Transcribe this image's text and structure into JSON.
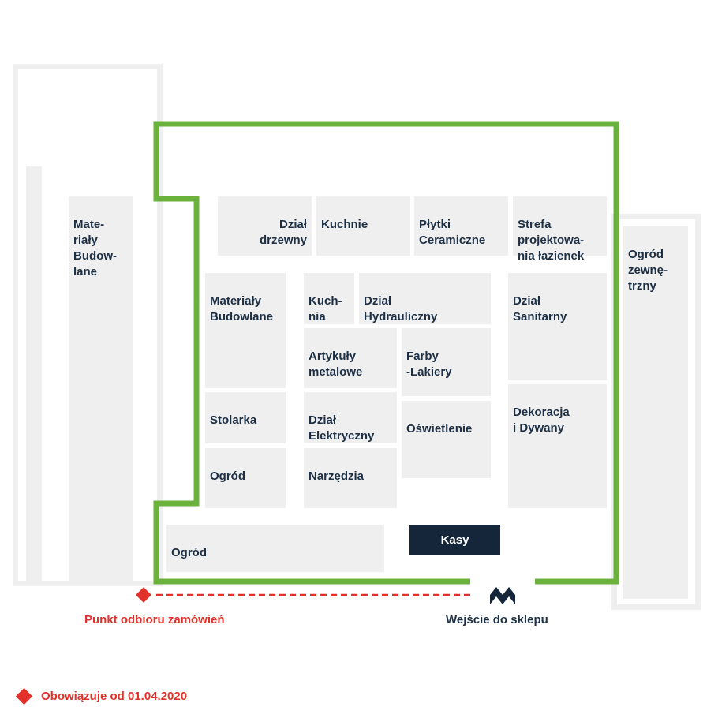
{
  "departments": {
    "materialy_left": "Mate-\nriały\nBudow-\nlane",
    "dzial_drzewny": "Dział\ndrzewny",
    "kuchnie": "Kuchnie",
    "plytki": "Płytki\nCeramiczne",
    "strefa": "Strefa\nprojektowa-\nnia łazienek",
    "ogrod_zewnetrzny": "Ogród\nzewnę-\ntrzny",
    "materialy_inner": "Materiały\nBudowlane",
    "kuchnia": "Kuch-\nnia",
    "hydrauliczny": "Dział\nHydrauliczny",
    "sanitarny": "Dział\nSanitarny",
    "artykuly": "Artykuły\nmetalowe",
    "farby": "Farby\n-Lakiery",
    "stolarka": "Stolarka",
    "elektryczny": "Dział\nElektryczny",
    "oswietlenie": "Oświetlenie",
    "dekoracja": "Dekoracja\ni Dywany",
    "ogrod_inner": "Ogród",
    "narzedzia": "Narzędzia",
    "ogrod_bottom": "Ogród",
    "kasy": "Kasy"
  },
  "labels": {
    "pickup": "Punkt odbioru zamówień",
    "entrance": "Wejście do sklepu",
    "valid_from": "Obowiązuje od 01.04.2020"
  },
  "colors": {
    "store_outline": "#6ab23c",
    "zone_fill": "#efefef",
    "text": "#1c2f44",
    "accent_red": "#e1312a",
    "kasy_fill": "#15263a"
  }
}
